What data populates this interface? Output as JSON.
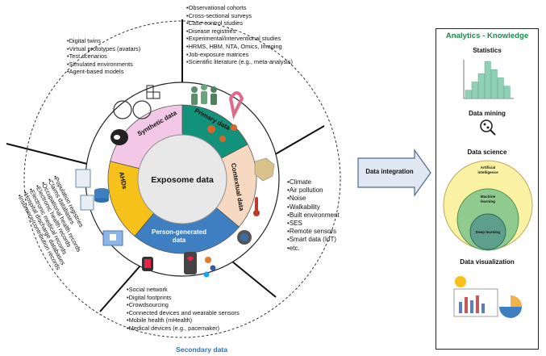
{
  "center_label": "Exposome data",
  "segments": {
    "primary": "Primary data",
    "contextual": "Contextual data",
    "person_generated": "Person-generated data",
    "ahds": "AHDs",
    "synthetic": "Synthetic data"
  },
  "colors": {
    "primary": "#12927a",
    "contextual": "#f7d9c2",
    "person_generated": "#3d7fc0",
    "ahds": "#f6c21a",
    "synthetic": "#f3c8e6",
    "center": "#e8e8e8",
    "analytics_title": "#1a8a4a",
    "secondary": "#2a72b8"
  },
  "lists": {
    "primary": [
      "Observational cohorts",
      "Cross-sectional surveys",
      "Case-control studies",
      "Disease registries",
      "Experimental/interventional studies",
      "HRMS, HBM, NTA, Omics, Imaging",
      "Job-exposure matrices",
      "Scientific literature (e.g., meta-analysis)"
    ],
    "synthetic": [
      "Digital twins",
      "Virtual prototypes (avatars)",
      "Test scenarios",
      "Simulated environments",
      "Agent-based models"
    ],
    "contextual": [
      "Climate",
      "Air pollution",
      "Noise",
      "Walkability",
      "Built environment",
      "SES",
      "Remote sensors",
      "Smart data (IoT)",
      "etc."
    ],
    "person_generated": [
      "Social network",
      "Digital footprints",
      "Crowdsourcing",
      "Connected devices and wearable sensors",
      "Mobile health (mHealth)",
      "Medical devices (e.g., pacemaker)"
    ],
    "ahds": [
      "Population registries",
      "Claims databases",
      "Occupational health records",
      "Electronic health records",
      "Electronic medical records",
      "Hospital discharge databases",
      "Insurance/contribution records"
    ]
  },
  "secondary_label": "Secondary data",
  "arrow_label": "Data integration",
  "analytics": {
    "title": "Analytics - Knowledge",
    "statistics": "Statistics",
    "data_mining": "Data mining",
    "data_science": "Data science",
    "ai": "Artificial intelligence",
    "ml": "Machine learning",
    "dl": "Deep learning",
    "data_visualization": "Data visualization",
    "histogram_values": [
      2,
      4,
      6,
      9,
      7,
      5,
      3
    ]
  }
}
